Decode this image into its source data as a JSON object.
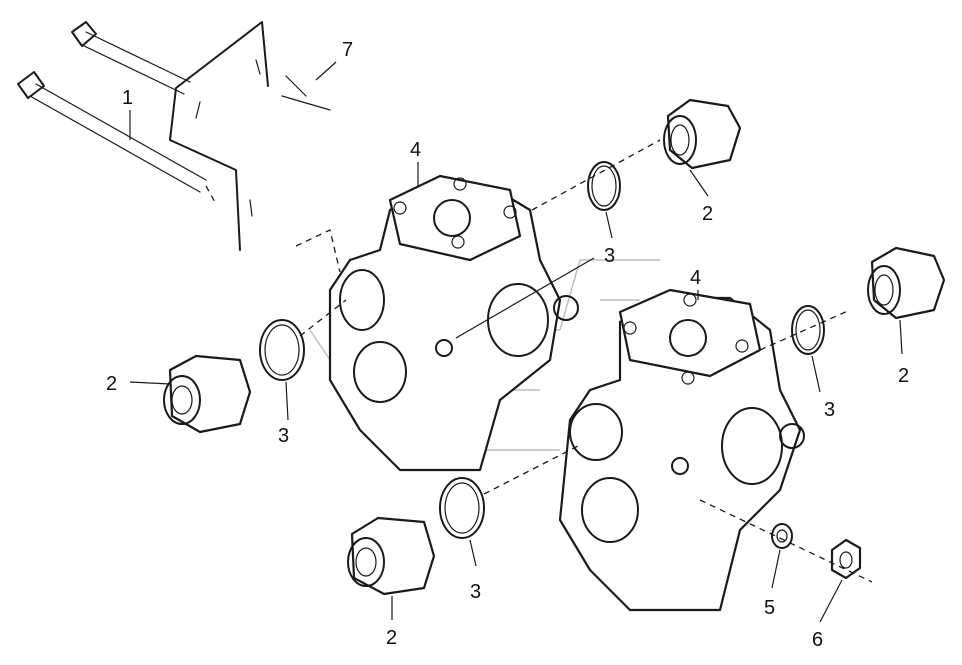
{
  "diagram": {
    "callouts": [
      {
        "id": "c1",
        "text": "1"
      },
      {
        "id": "c7",
        "text": "7"
      },
      {
        "id": "c4a",
        "text": "4"
      },
      {
        "id": "c2a",
        "text": "2"
      },
      {
        "id": "c3a",
        "text": "3"
      },
      {
        "id": "c4b",
        "text": "4"
      },
      {
        "id": "c2b",
        "text": "2"
      },
      {
        "id": "c3b",
        "text": "3"
      },
      {
        "id": "c2c",
        "text": "2"
      },
      {
        "id": "c3c",
        "text": "3"
      },
      {
        "id": "c3d",
        "text": "3"
      },
      {
        "id": "c2d",
        "text": "2"
      },
      {
        "id": "c5",
        "text": "5"
      },
      {
        "id": "c6",
        "text": "6"
      }
    ]
  }
}
